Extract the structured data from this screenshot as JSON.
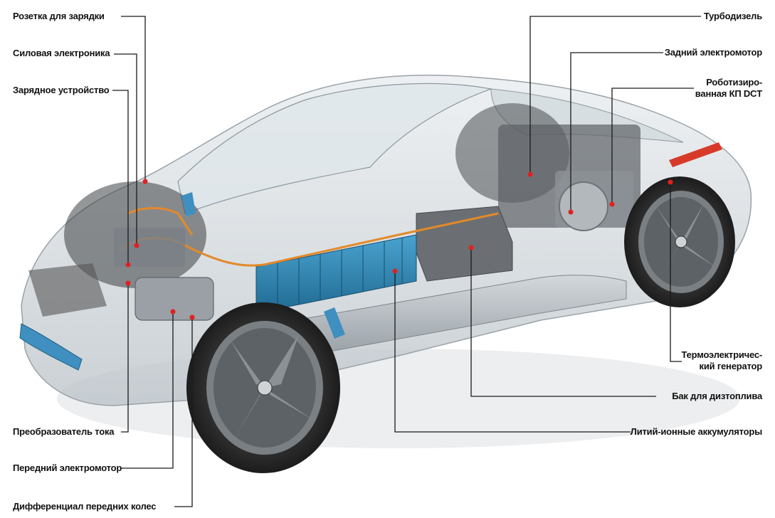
{
  "labels": {
    "charging_socket": "Розетка для зарядки",
    "power_electronics": "Силовая электроника",
    "charger": "Зарядное устройство",
    "current_converter": "Преобразователь тока",
    "front_motor": "Передний электромотор",
    "front_differential": "Дифференциал передних колес",
    "turbodiesel": "Турбодизель",
    "rear_motor": "Задний электромотор",
    "dct_line1": "Роботизиро-",
    "dct_line2": "ванная КП DCT",
    "teg_line1": "Термоэлектричес-",
    "teg_line2": "кий генератор",
    "diesel_tank": "Бак для дизтоплива",
    "li_ion_batteries": "Литий-ионные аккумуляторы"
  },
  "colors": {
    "leader_line": "#1a1a1a",
    "marker": "#e02020",
    "battery": "#2a7fb0",
    "body_glass": "#cfd6dc",
    "tire": "#2b2b2b",
    "rim": "#6e6e6e"
  }
}
